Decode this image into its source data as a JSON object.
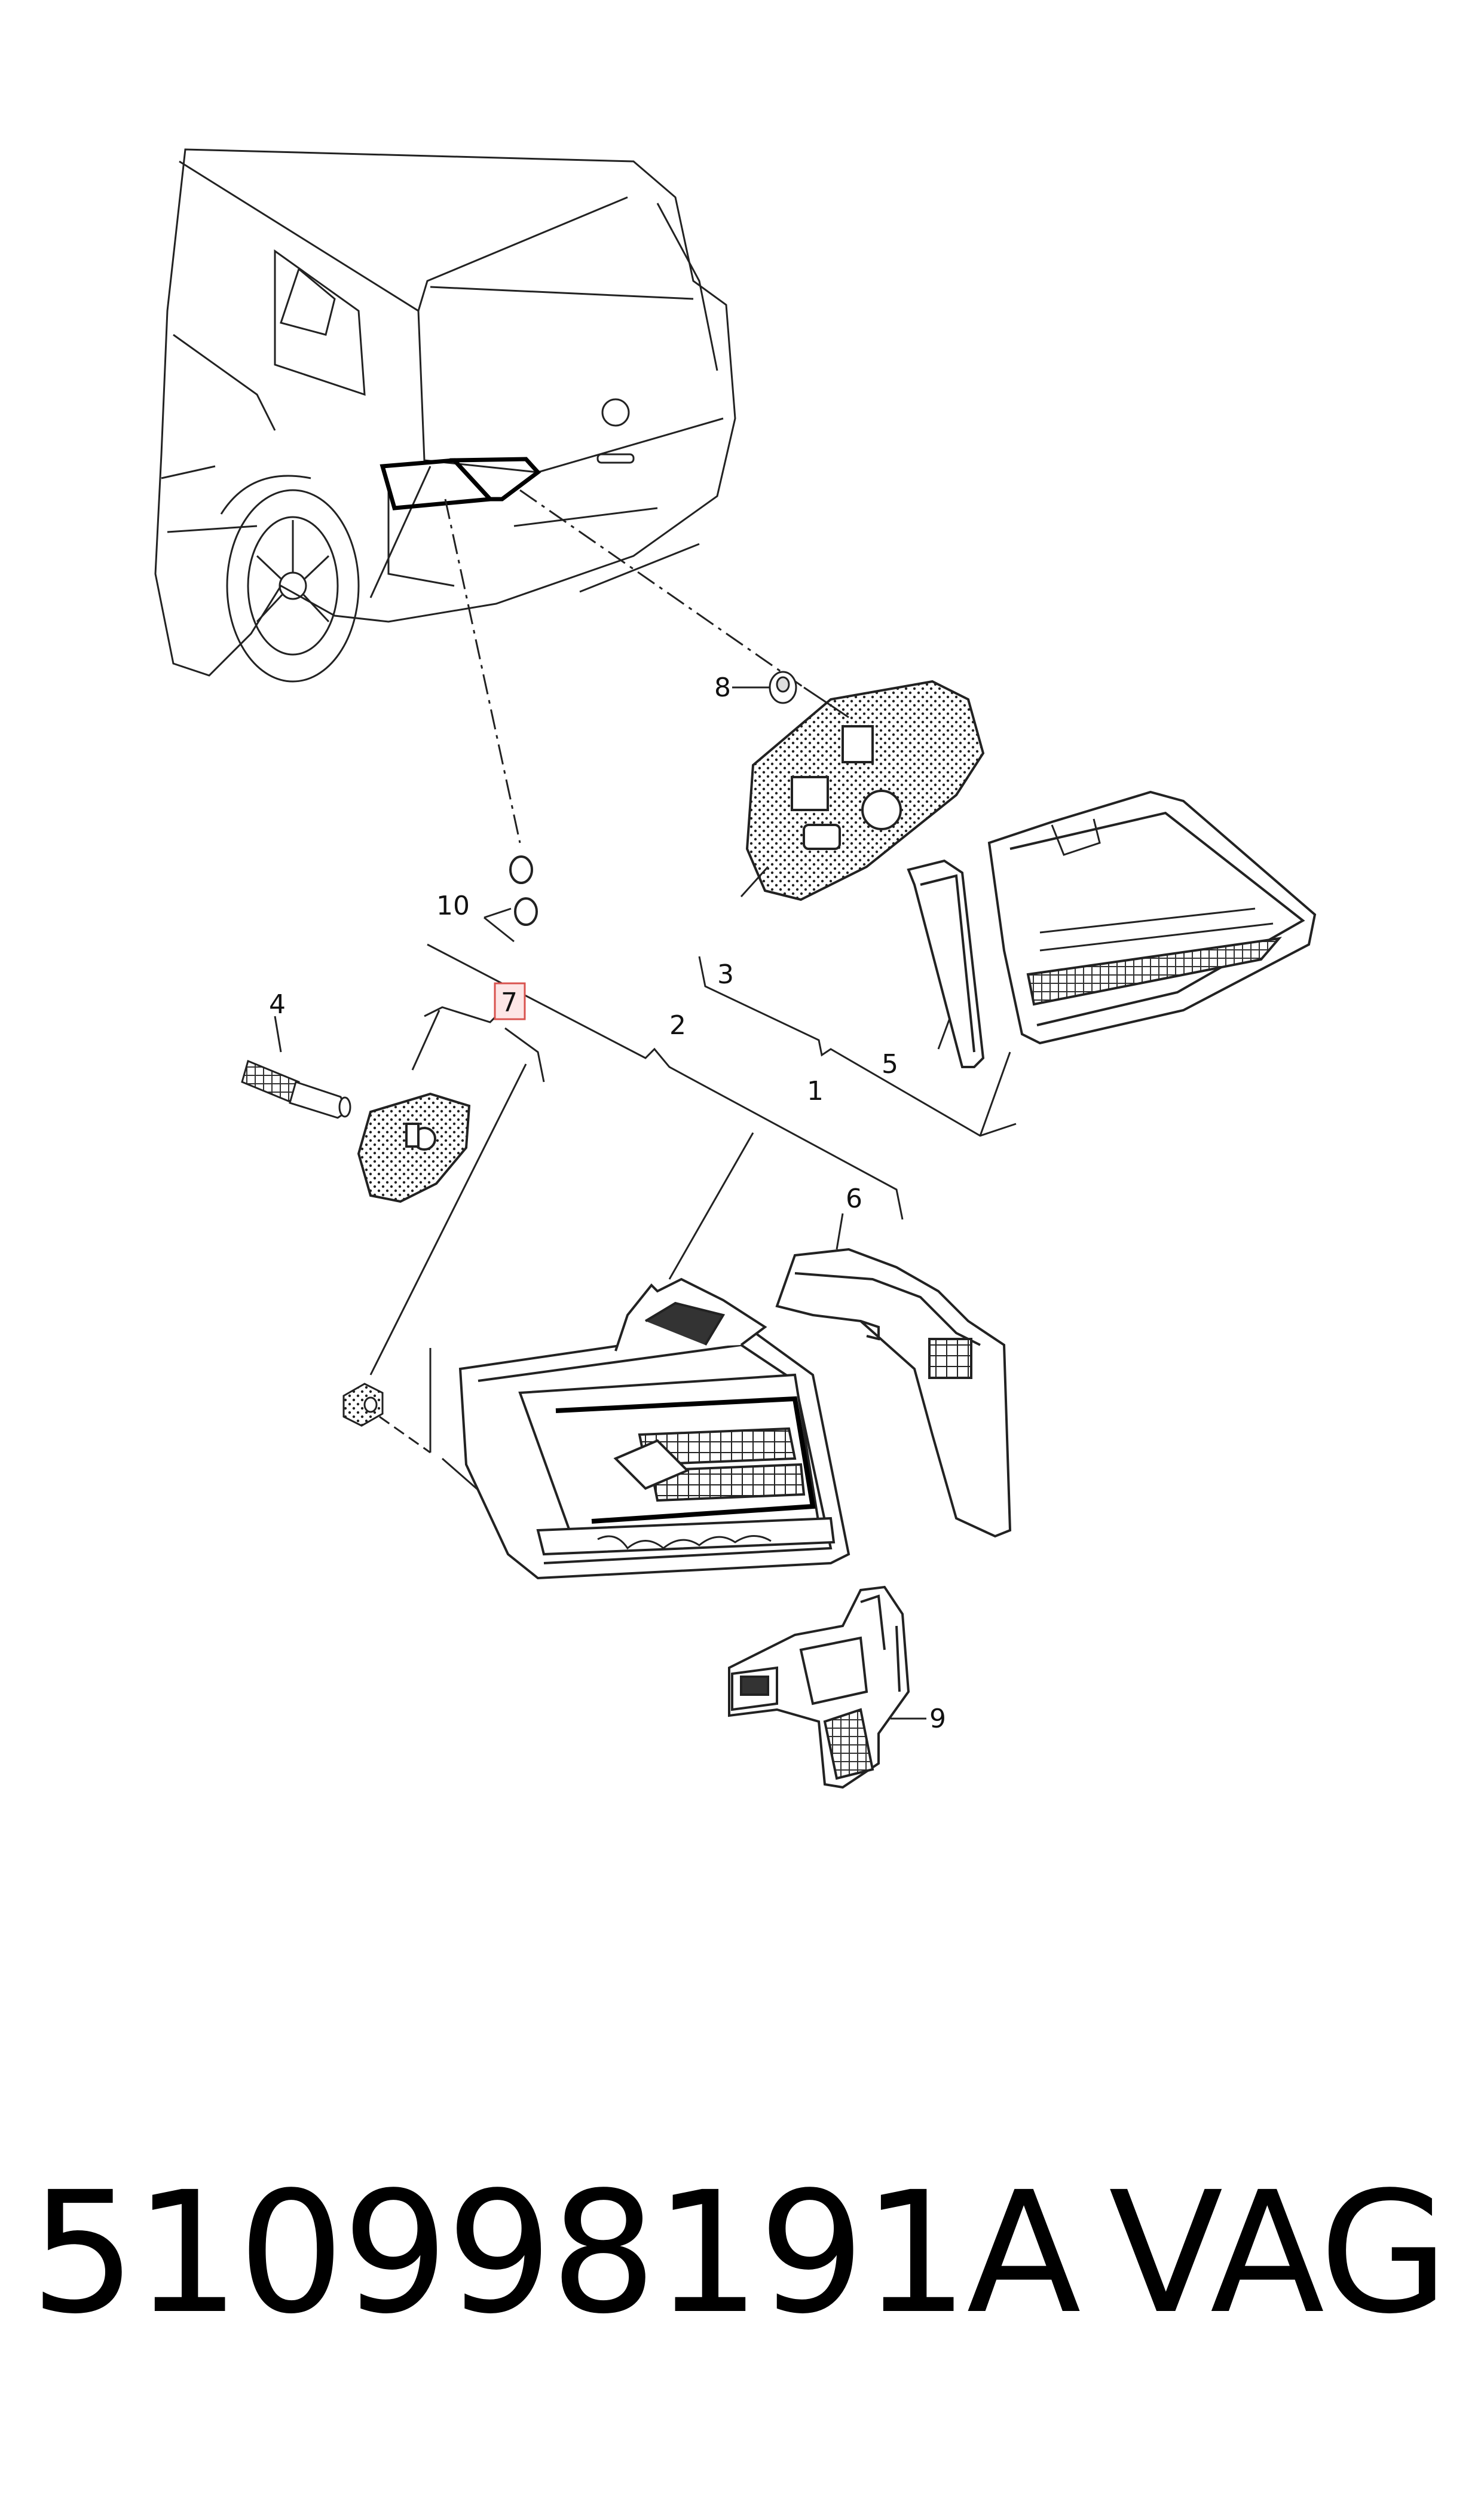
{
  "callouts": {
    "c1": "1",
    "c2": "2",
    "c3": "3",
    "c4": "4",
    "c5": "5",
    "c6": "6",
    "c7": "7",
    "c8": "8",
    "c9": "9",
    "c10": "10"
  },
  "highlight_color": "#d9534f",
  "caption": {
    "part_number": "510998191A",
    "brand": "VAG"
  }
}
